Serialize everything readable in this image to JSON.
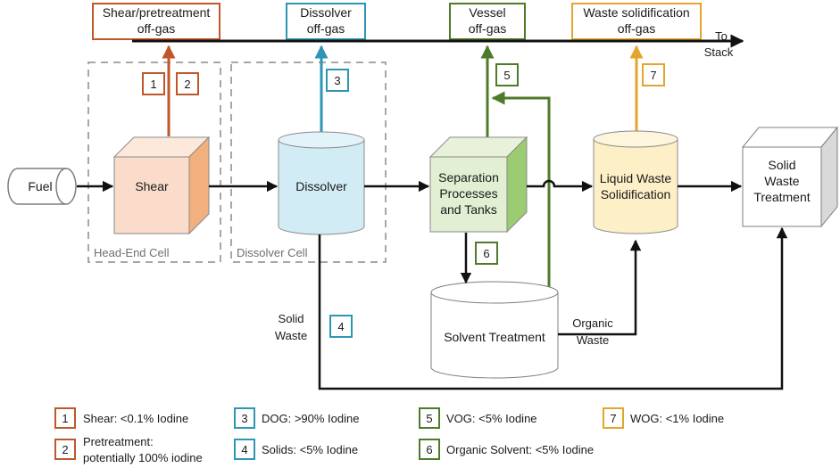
{
  "offgas": {
    "shear": [
      "Shear/pretreatment",
      "off-gas"
    ],
    "dissolver": [
      "Dissolver",
      "off-gas"
    ],
    "vessel": [
      "Vessel",
      "off-gas"
    ],
    "waste": [
      "Waste solidification",
      "off-gas"
    ]
  },
  "stack_label": [
    "To",
    "Stack"
  ],
  "nodes": {
    "fuel": "Fuel",
    "shear": "Shear",
    "dissolver": "Dissolver",
    "separation": [
      "Separation",
      "Processes",
      "and Tanks"
    ],
    "liquid_waste": [
      "Liquid Waste",
      "Solidification"
    ],
    "solid_waste_treatment": [
      "Solid",
      "Waste",
      "Treatment"
    ],
    "solvent_treatment": "Solvent Treatment"
  },
  "cells": {
    "head_end": "Head-End Cell",
    "dissolver": "Dissolver Cell"
  },
  "flow_labels": {
    "solid_waste": [
      "Solid",
      "Waste"
    ],
    "organic_waste": [
      "Organic",
      "Waste"
    ]
  },
  "badges": {
    "b1": "1",
    "b2": "2",
    "b3": "3",
    "b4": "4",
    "b5": "5",
    "b6": "6",
    "b7": "7"
  },
  "legend": [
    {
      "num": "1",
      "text": [
        "Shear: <0.1% Iodine"
      ],
      "color": "#c0562a"
    },
    {
      "num": "2",
      "text": [
        "Pretreatment:",
        "potentially 100% iodine"
      ],
      "color": "#c0562a"
    },
    {
      "num": "3",
      "text": [
        "DOG: >90% Iodine"
      ],
      "color": "#2e95b4"
    },
    {
      "num": "4",
      "text": [
        "Solids: <5% Iodine"
      ],
      "color": "#2e95b4"
    },
    {
      "num": "5",
      "text": [
        "VOG: <5% Iodine"
      ],
      "color": "#4f7a2a"
    },
    {
      "num": "6",
      "text": [
        "Organic Solvent: <5% Iodine"
      ],
      "color": "#4f7a2a"
    },
    {
      "num": "7",
      "text": [
        "WOG: <1% Iodine"
      ],
      "color": "#e4a52c"
    }
  ],
  "colors": {
    "shear": "#c0562a",
    "dissolver": "#2e95b4",
    "vessel": "#4f7a2a",
    "waste": "#e4a52c",
    "line": "#111111",
    "cell_border": "#8a8a8a"
  }
}
